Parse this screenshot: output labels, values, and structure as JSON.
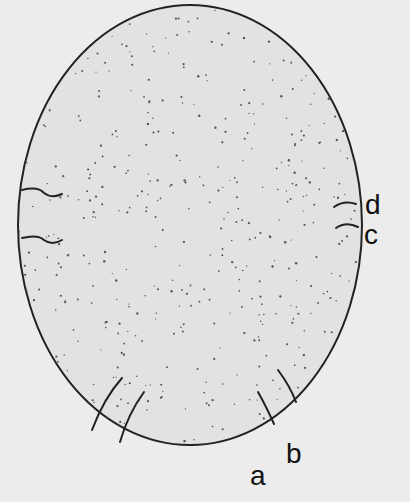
{
  "diagram": {
    "labels": [
      "d",
      "c",
      "a",
      "b"
    ]
  }
}
